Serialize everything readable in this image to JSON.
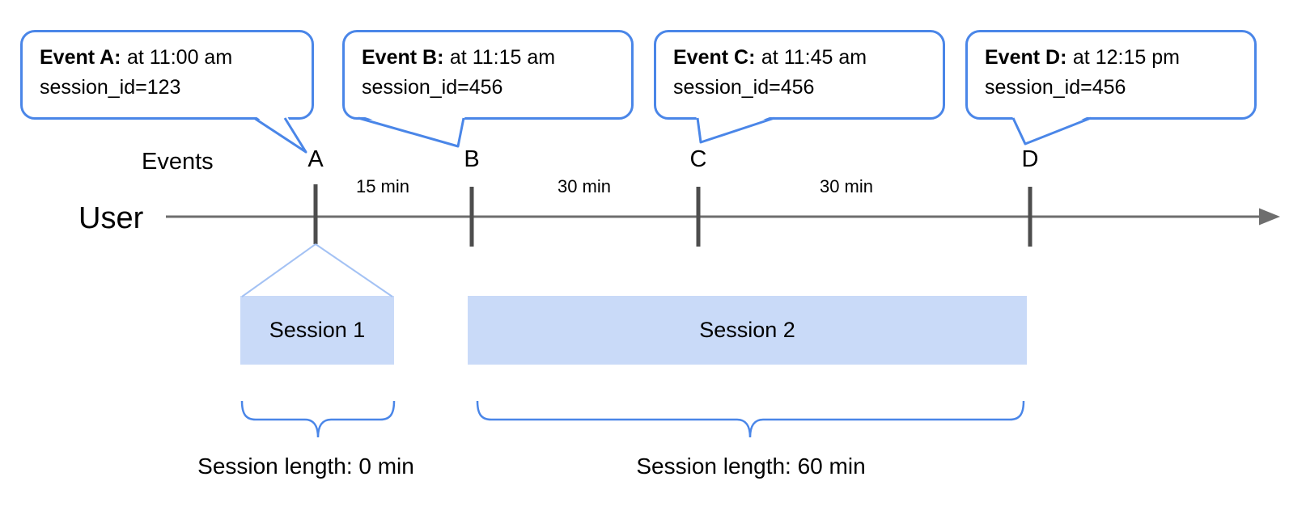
{
  "diagram": {
    "events_row_label": "Events",
    "user_row_label": "User",
    "event_bubbles": [
      {
        "letter": "A",
        "title": "Event A:",
        "time_text": "at 11:00 am",
        "session_text": "session_id=123"
      },
      {
        "letter": "B",
        "title": "Event B:",
        "time_text": "at 11:15 am",
        "session_text": "session_id=456"
      },
      {
        "letter": "C",
        "title": "Event C:",
        "time_text": "at 11:45 am",
        "session_text": "session_id=456"
      },
      {
        "letter": "D",
        "title": "Event D:",
        "time_text": "at 12:15 pm",
        "session_text": "session_id=456"
      }
    ],
    "intervals": [
      {
        "label": "15 min"
      },
      {
        "label": "30 min"
      },
      {
        "label": "30 min"
      }
    ],
    "sessions": [
      {
        "label": "Session 1",
        "length_label": "Session length: 0 min"
      },
      {
        "label": "Session 2",
        "length_label": "Session length: 60 min"
      }
    ],
    "colors": {
      "bubble_border": "#4a86e8",
      "session_fill": "#c9daf8",
      "fan_line": "#a4c2f4",
      "axis_gray": "#6e6e6e",
      "tick_gray": "#4d4d4d",
      "text": "#000000"
    }
  }
}
